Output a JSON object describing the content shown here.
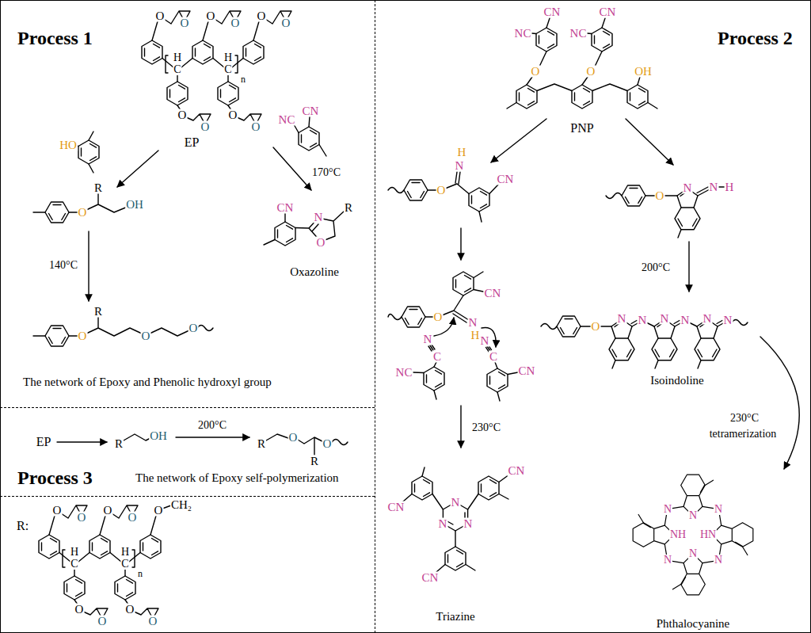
{
  "diagram": {
    "nodes": [
      {
        "text": [
          "Process 1"
        ]
      },
      {
        "text": [
          "Process 2"
        ]
      },
      {
        "text": [
          "Process 3"
        ]
      }
    ],
    "labels": [
      "O",
      "O",
      "O",
      "O",
      "O",
      "O",
      "H",
      "C",
      "H",
      "C",
      "n",
      "O",
      "O",
      "O",
      "O",
      "EP",
      "HO",
      "NC",
      "CN",
      "170°C",
      "O",
      "R",
      "OH",
      "140°C",
      "O",
      "R",
      "O",
      "O",
      "The network of Epoxy and Phenolic hydroxyl group",
      "CN",
      "N",
      "O",
      "R",
      "Oxazoline",
      "EP",
      "R",
      "OH",
      "200°C",
      "R",
      "O",
      "R",
      "O",
      "The network of Epoxy self-polymerization",
      "R:",
      "O",
      "O",
      "O",
      "O",
      "O",
      "CH₂",
      "H",
      "C",
      "H",
      "C",
      "n",
      "O",
      "O",
      "O",
      "O",
      "NC",
      "CN",
      "NC",
      "CN",
      "O",
      "O",
      "OH",
      "PNP",
      "O",
      "N",
      "H",
      "CN",
      "O",
      "CN",
      "N",
      "H",
      "N",
      "C",
      "NC",
      "N",
      "C",
      "CN",
      "230°C",
      "N",
      "N",
      "N",
      "CN",
      "CN",
      "CN",
      "Triazine",
      "O",
      "N",
      "N",
      "H",
      "200°C",
      "O",
      "N",
      "N",
      "N",
      "N",
      "N",
      "N",
      "Isoindoline",
      "230°C",
      "tetramerization",
      "N",
      "N",
      "N",
      "NH",
      "HN",
      "N",
      "N",
      "N",
      "Phthalocyanine"
    ]
  }
}
